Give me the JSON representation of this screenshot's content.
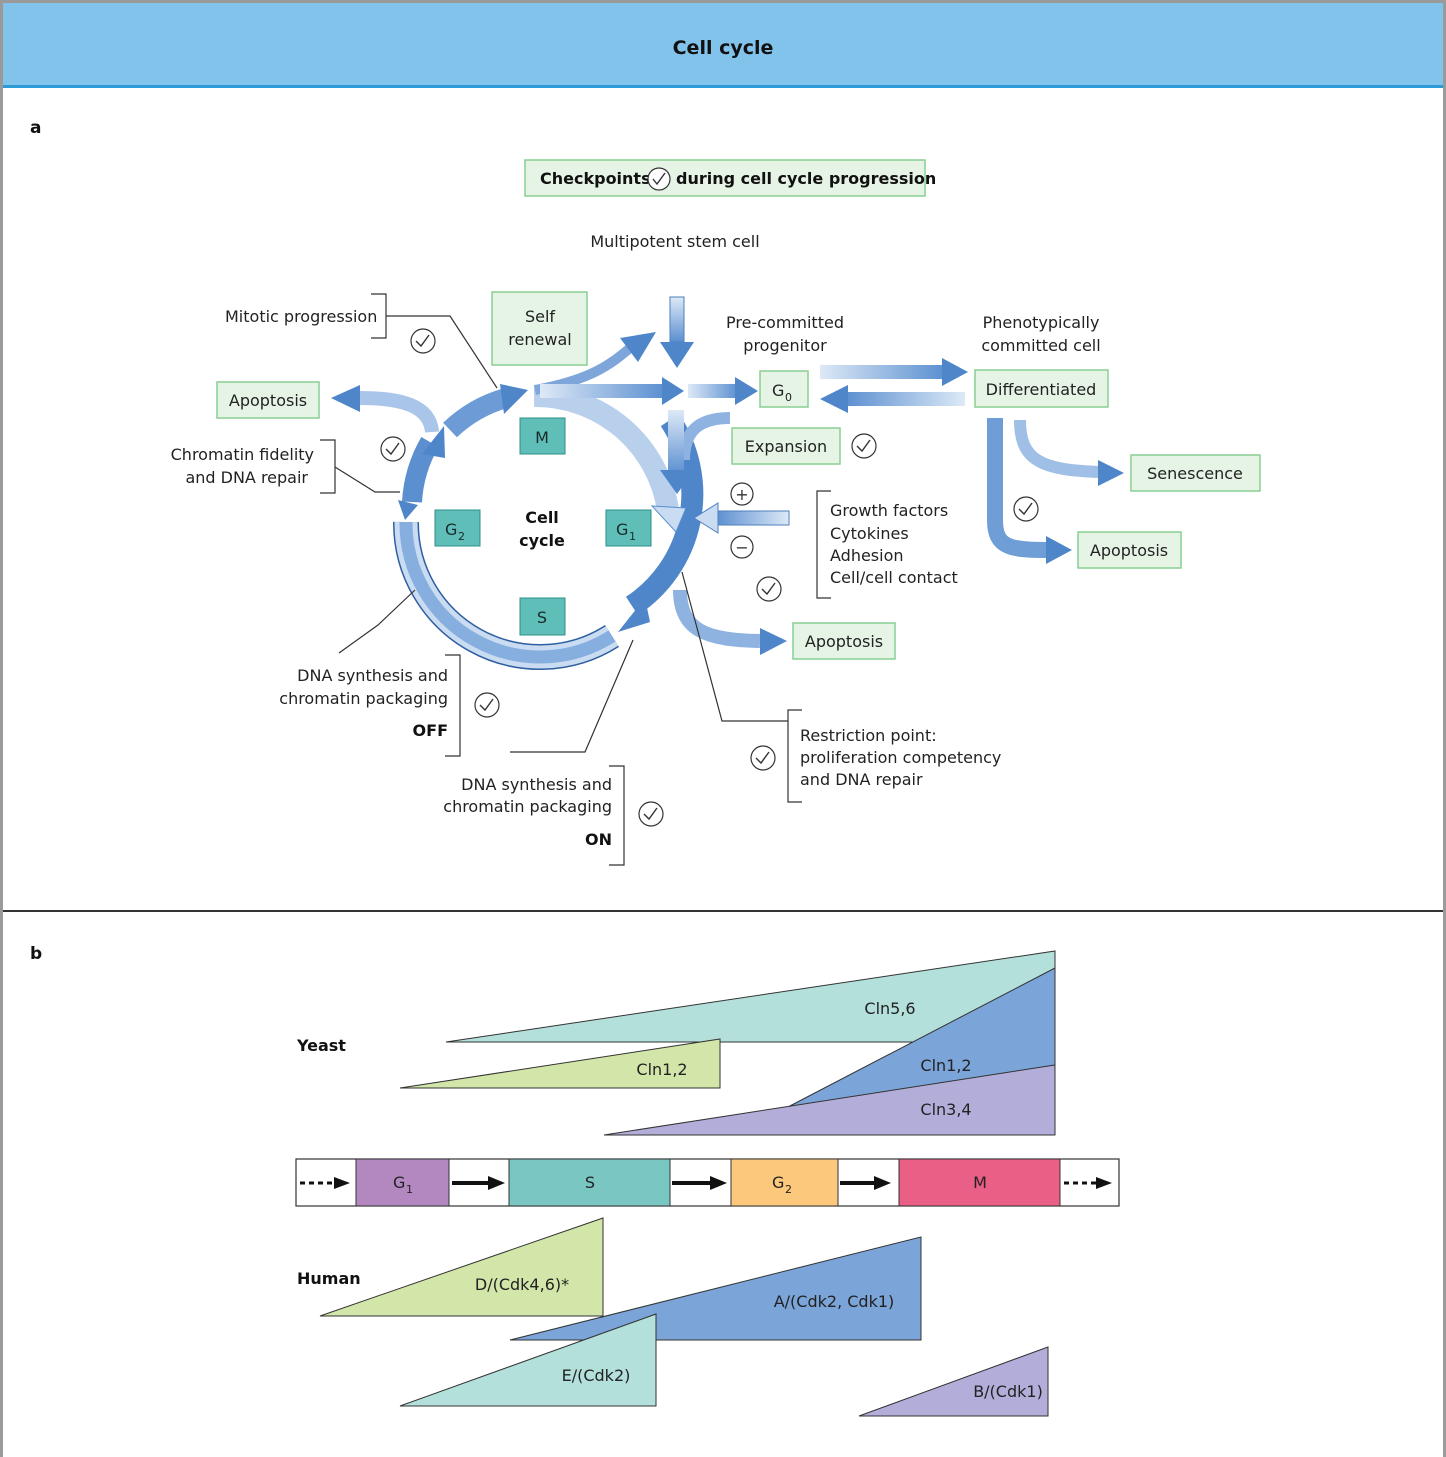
{
  "header": {
    "title": "Cell cycle"
  },
  "panel_a": {
    "letter": "a",
    "checkpoints_banner": {
      "before": "Checkpoints",
      "after": "during cell cycle progression"
    },
    "multipotent": "Multipotent stem cell",
    "self_renewal": [
      "Self",
      "renewal"
    ],
    "precommitted": [
      "Pre-committed",
      "progenitor"
    ],
    "phenotypic": [
      "Phenotypically",
      "committed cell"
    ],
    "g0": "G",
    "g0_sub": "0",
    "differentiated": "Differentiated",
    "expansion": "Expansion",
    "senescence": "Senescence",
    "apoptosis_left": "Apoptosis",
    "apoptosis_right": "Apoptosis",
    "apoptosis_bottom": "Apoptosis",
    "cell_cycle_label": [
      "Cell",
      "cycle"
    ],
    "phases": {
      "m": "M",
      "g1": "G",
      "g1_sub": "1",
      "g2": "G",
      "g2_sub": "2",
      "s": "S"
    },
    "mitotic_progression": "Mitotic progression",
    "chromatin_fidelity": [
      "Chromatin fidelity",
      "and DNA repair"
    ],
    "growth_factors": [
      "Growth factors",
      "Cytokines",
      "Adhesion",
      "Cell/cell contact"
    ],
    "plus": "+",
    "minus": "−",
    "dna_off": [
      "DNA synthesis and",
      "chromatin packaging",
      "OFF"
    ],
    "dna_on": [
      "DNA synthesis and",
      "chromatin packaging",
      "ON"
    ],
    "restriction": [
      "Restriction point:",
      "proliferation competency",
      "and DNA repair"
    ]
  },
  "panel_b": {
    "letter": "b",
    "yeast_label": "Yeast",
    "human_label": "Human",
    "yeast_cyclins": [
      "Cln5,6",
      "Cln1,2",
      "Cln1,2",
      "Cln3,4"
    ],
    "phases": {
      "g1": "G",
      "g1_sub": "1",
      "s": "S",
      "g2": "G",
      "g2_sub": "2",
      "m": "M"
    },
    "human_cyclins": [
      "D/(Cdk4,6)*",
      "A/(Cdk2, Cdk1)",
      "E/(Cdk2)",
      "B/(Cdk1)"
    ]
  },
  "colors": {
    "header_bg": "#82c3ec",
    "header_rule": "#2b9ad6",
    "green_box_fill": "#e5f4e5",
    "green_box_border": "#88cf92",
    "teal_phase": "#5fbfb8",
    "arrow_light": "#c7dbf1",
    "arrow_dark": "#4f86c9",
    "yeast_cln56": "#b3e0da",
    "blue_cln12": "#7ba4d8",
    "lavender": "#b3aed9",
    "light_green": "#d2e6a9",
    "phase_g1": "#b387c0",
    "phase_s": "#79c6c2",
    "phase_g2": "#fbc87c",
    "phase_m": "#ea5f86"
  }
}
